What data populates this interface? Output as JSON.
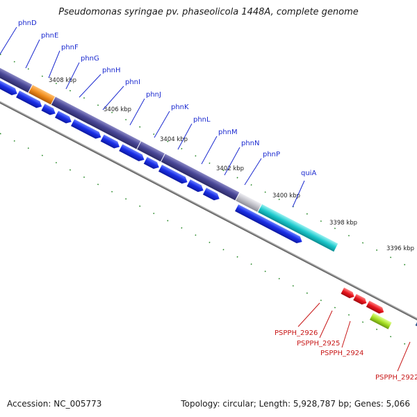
{
  "title": "Pseudomonas syringae pv. phaseolicola 1448A, complete genome",
  "footer": {
    "accession": "Accession: NC_005773",
    "summary": "Topology: circular; Length: 5,928,787 bp; Genes: 5,066"
  },
  "colors": {
    "blue_cds": "#1a2fe8",
    "slate_gene": "#4a4898",
    "orange_gene": "#f08c1c",
    "cyan_gene": "#1cc8cc",
    "grey_gene": "#c0c0c8",
    "red_cds": "#e8141c",
    "lime_cds": "#a8e024",
    "steel_gene": "#4a78b8",
    "backbone": "#777777",
    "tick_green": "#2a8a2a"
  },
  "scale_labels": [
    "3408 kbp",
    "3406 kbp",
    "3404 kbp",
    "3402 kbp",
    "3400 kbp",
    "3398 kbp",
    "3396 kbp"
  ],
  "upper_labels": [
    "phnD",
    "phnE",
    "phnF",
    "phnG",
    "phnH",
    "phnI",
    "phnJ",
    "phnK",
    "phnL",
    "phnM",
    "phnN",
    "phnP",
    "quiA"
  ],
  "lower_labels": [
    "PSPPH_2926",
    "PSPPH_2925",
    "PSPPH_2924",
    "PSPPH_2922"
  ]
}
